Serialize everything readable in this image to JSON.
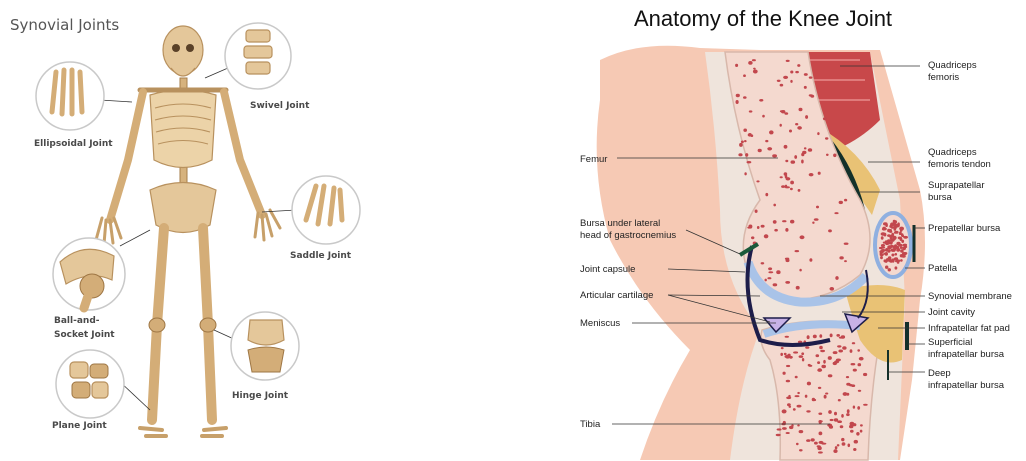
{
  "left_panel": {
    "title": "Synovial Joints",
    "labels": {
      "swivel": "Swivel Joint",
      "ellipsoidal": "Ellipsoidal Joint",
      "saddle": "Saddle Joint",
      "ball_socket_1": "Ball-and-",
      "ball_socket_2": "Socket Joint",
      "hinge": "Hinge Joint",
      "plane": "Plane Joint"
    }
  },
  "right_panel": {
    "title": "Anatomy of the Knee Joint",
    "labels": {
      "quad_1": "Quadriceps",
      "quad_2": "femoris",
      "quadt_1": "Quadriceps",
      "quadt_2": "femoris tendon",
      "supra_1": "Suprapatellar",
      "supra_2": "bursa",
      "prepatellar": "Prepatellar bursa",
      "patella": "Patella",
      "synovial": "Synovial membrane",
      "cavity": "Joint cavity",
      "fatpad": "Infrapatellar fat pad",
      "sup_infra_1": "Superficial",
      "sup_infra_2": "infrapatellar bursa",
      "deep_1": "Deep",
      "deep_2": "infrapatellar bursa",
      "femur": "Femur",
      "bursa_lat_1": "Bursa under lateral",
      "bursa_lat_2": "head of gastrocnemius",
      "capsule": "Joint capsule",
      "cartilage": "Articular cartilage",
      "meniscus": "Meniscus",
      "tibia": "Tibia"
    }
  },
  "colors": {
    "bone": "#e4c79a",
    "skin": "#f6c9b4",
    "bone_marrow": "#f4d9cf",
    "marrow_dots": "#c2474d",
    "cartilage": "#a9c3e8",
    "capsule": "#1d1d4a",
    "fat": "#e9c275",
    "muscle": "#c8484a",
    "meniscus": "#c7b2e6"
  }
}
